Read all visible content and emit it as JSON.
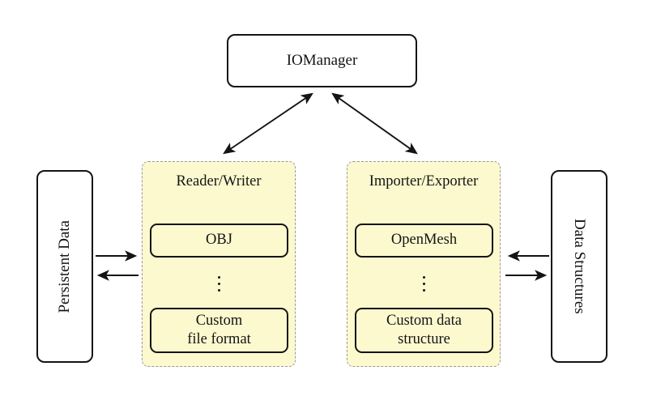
{
  "diagram": {
    "colors": {
      "group_fill": "#FCF9CF",
      "group_border": "#999999",
      "ink": "#141414",
      "background": "#ffffff"
    },
    "io_manager": {
      "label": "IOManager"
    },
    "persistent_data_box": {
      "label": "Persistent Data"
    },
    "data_structures_box": {
      "label": "Data Structures"
    },
    "reader_writer_group": {
      "title": "Reader/Writer",
      "items": [
        {
          "line1": "OBJ",
          "line2": ""
        },
        {
          "line1": "Custom",
          "line2": "file format"
        }
      ]
    },
    "importer_exporter_group": {
      "title": "Importer/Exporter",
      "items": [
        {
          "line1": "OpenMesh",
          "line2": ""
        },
        {
          "line1": "Custom data",
          "line2": "structure"
        }
      ]
    },
    "arrows": {
      "iomanager_reader_writer": "bidirectional",
      "iomanager_importer_exporter": "bidirectional",
      "persistent_to_reader": "right",
      "reader_to_persistent": "left",
      "structures_to_importer": "left",
      "importer_to_structures": "right"
    }
  }
}
